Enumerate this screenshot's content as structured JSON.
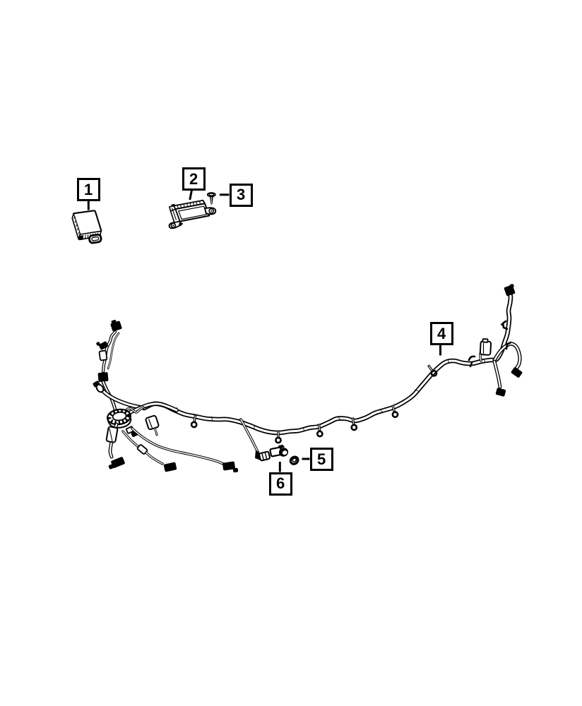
{
  "page": {
    "background_color": "#ffffff",
    "ink_color": "#000000",
    "kind": "parts-catalog-line-drawing"
  },
  "diagram": {
    "type": "exploded-parts-diagram",
    "description": "Black-and-white line drawing of a rear wiring harness with numbered part callouts",
    "callouts": [
      {
        "label": "1",
        "part": "control-module"
      },
      {
        "label": "2",
        "part": "bracket-module"
      },
      {
        "label": "3",
        "part": "screw"
      },
      {
        "label": "4",
        "part": "wiring-harness"
      },
      {
        "label": "5",
        "part": "grommet-ring"
      },
      {
        "label": "6",
        "part": "park-assist-sensor"
      }
    ]
  }
}
